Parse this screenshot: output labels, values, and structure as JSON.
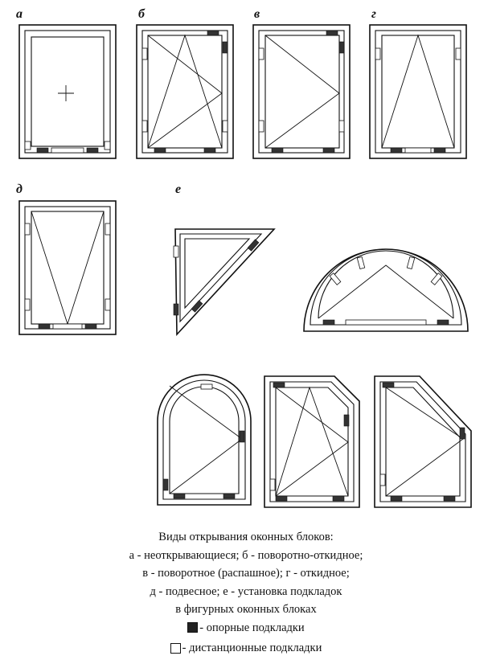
{
  "labels": {
    "a": "а",
    "b": "б",
    "v": "в",
    "g": "г",
    "d": "д",
    "e": "е"
  },
  "caption": {
    "line1": "Виды открывания оконных блоков:",
    "line2": "а - неоткрывающиеся; б - поворотно-откидное;",
    "line3": "в - поворотное (распашное); г - откидное;",
    "line4": "д - подвесное; е - установка подкладок",
    "line5": "в фигурных оконных блоках"
  },
  "legend": {
    "support": "- опорные подкладки",
    "spacer": "- дистанционные подкладки"
  }
}
